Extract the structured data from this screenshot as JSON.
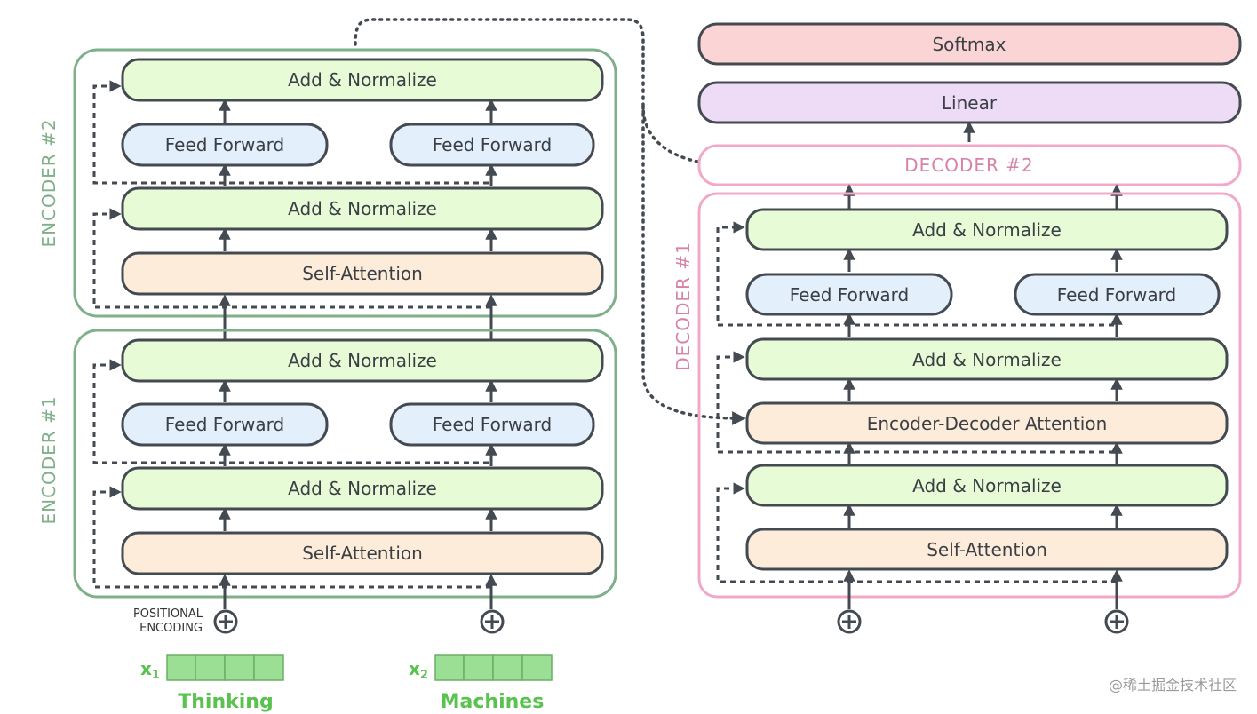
{
  "colors": {
    "encoder_border": "#7fb08a",
    "decoder_border": "#f2a9c8",
    "add_norm_fill": "#e7fbd6",
    "feed_forward_fill": "#e4effc",
    "attention_fill": "#fdecd9",
    "linear_fill": "#eedcf7",
    "softmax_fill": "#fbd5d5",
    "box_stroke": "#444a52",
    "embedding_fill": "#9bdf95",
    "word_color": "#5ac34f"
  },
  "encoder2": {
    "label": "ENCODER #2",
    "add_norm_top": "Add & Normalize",
    "ff_left": "Feed Forward",
    "ff_right": "Feed Forward",
    "add_norm_bottom": "Add & Normalize",
    "self_attention": "Self-Attention"
  },
  "encoder1": {
    "label": "ENCODER #1",
    "add_norm_top": "Add & Normalize",
    "ff_left": "Feed Forward",
    "ff_right": "Feed Forward",
    "add_norm_bottom": "Add & Normalize",
    "self_attention": "Self-Attention"
  },
  "inputs": {
    "positional_line1": "POSITIONAL",
    "positional_line2": "ENCODING",
    "x1": "x",
    "x1_sub": "1",
    "x2": "x",
    "x2_sub": "2",
    "word1": "Thinking",
    "word2": "Machines"
  },
  "decoder": {
    "softmax": "Softmax",
    "linear": "Linear",
    "decoder2_label": "DECODER #2",
    "decoder1_label": "DECODER #1",
    "add_norm_top": "Add & Normalize",
    "ff_left": "Feed Forward",
    "ff_right": "Feed Forward",
    "add_norm_mid": "Add & Normalize",
    "enc_dec_attention": "Encoder-Decoder Attention",
    "add_norm_bottom": "Add & Normalize",
    "self_attention": "Self-Attention"
  },
  "watermark": "@稀土掘金技术社区"
}
